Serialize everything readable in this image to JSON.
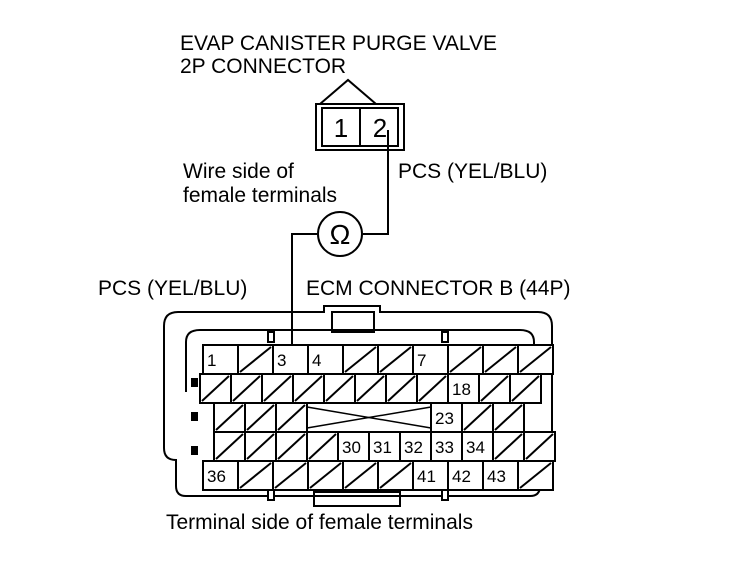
{
  "purge_valve_connector": {
    "title_line1": "EVAP CANISTER PURGE VALVE",
    "title_line2": "2P CONNECTOR",
    "pins": [
      "1",
      "2"
    ],
    "view_note_line1": "Wire side of",
    "view_note_line2": "female terminals",
    "wire_label": "PCS (YEL/BLU)"
  },
  "meter": {
    "symbol": "Ω"
  },
  "ecm_connector": {
    "wire_label": "PCS (YEL/BLU)",
    "title": "ECM CONNECTOR B (44P)",
    "view_note": "Terminal side of female terminals",
    "rows": [
      [
        "1",
        "X",
        "3",
        "4",
        "X",
        "X",
        "7",
        "X",
        "X",
        "X"
      ],
      [
        "X",
        "X",
        "X",
        "X",
        "X",
        "X",
        "X",
        "X",
        "18",
        "X",
        "X"
      ],
      [
        "X",
        "X",
        "X",
        "",
        "",
        "",
        "",
        "23",
        "X",
        "X"
      ],
      [
        "X",
        "X",
        "X",
        "X",
        "30",
        "31",
        "32",
        "33",
        "34",
        "X",
        "X"
      ],
      [
        "36",
        "X",
        "X",
        "X",
        "X",
        "X",
        "41",
        "42",
        "43",
        "X"
      ]
    ]
  },
  "colors": {
    "line": "#000000",
    "background": "#ffffff"
  }
}
